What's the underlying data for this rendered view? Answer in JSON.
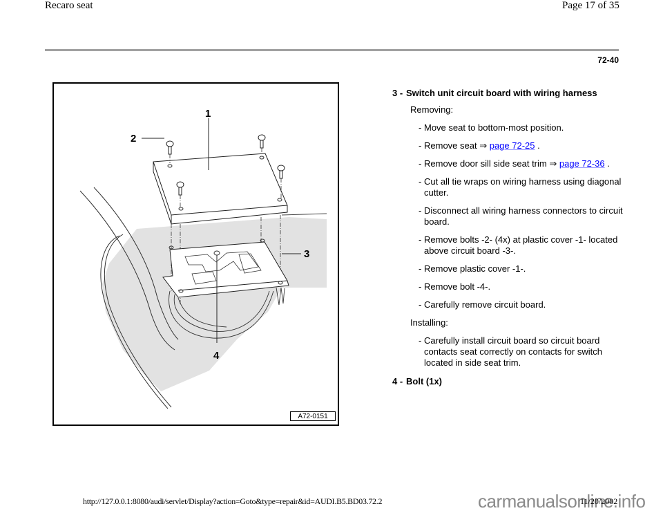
{
  "header": {
    "title": "Recaro seat",
    "page_indicator": "Page 17 of 35"
  },
  "page_number": "72-40",
  "figure": {
    "callouts": [
      "1",
      "2",
      "3",
      "4"
    ],
    "figure_id": "A72-0151"
  },
  "content": {
    "items": [
      {
        "number": "3 -",
        "title": "Switch unit circuit board with wiring harness",
        "sections": [
          {
            "label": "Removing:",
            "steps": [
              {
                "text": "Move seat to bottom-most position."
              },
              {
                "text": "Remove seat ⇒ ",
                "link": "page 72-25",
                "after": " ."
              },
              {
                "text": "Remove door sill side seat trim ⇒ ",
                "link": "page 72-36",
                "after": " ."
              },
              {
                "text": "Cut all tie wraps on wiring harness using diagonal cutter."
              },
              {
                "text": "Disconnect all wiring harness connectors to circuit board."
              },
              {
                "text": "Remove bolts -2- (4x) at plastic cover -1- located above circuit board -3-."
              },
              {
                "text": "Remove plastic cover -1-."
              },
              {
                "text": "Remove bolt -4-."
              },
              {
                "text": "Carefully remove circuit board."
              }
            ]
          },
          {
            "label": "Installing:",
            "steps": [
              {
                "text": "Carefully install circuit board so circuit board contacts seat correctly on contacts for switch located in side seat trim."
              }
            ]
          }
        ]
      },
      {
        "number": "4 -",
        "title": "Bolt (1x)"
      }
    ]
  },
  "footer": {
    "url": "http://127.0.0.1:8080/audi/servlet/Display?action=Goto&type=repair&id=AUDI.B5.BD03.72.2",
    "date": "11/20/2002",
    "watermark": "carmanualsonline.info"
  }
}
